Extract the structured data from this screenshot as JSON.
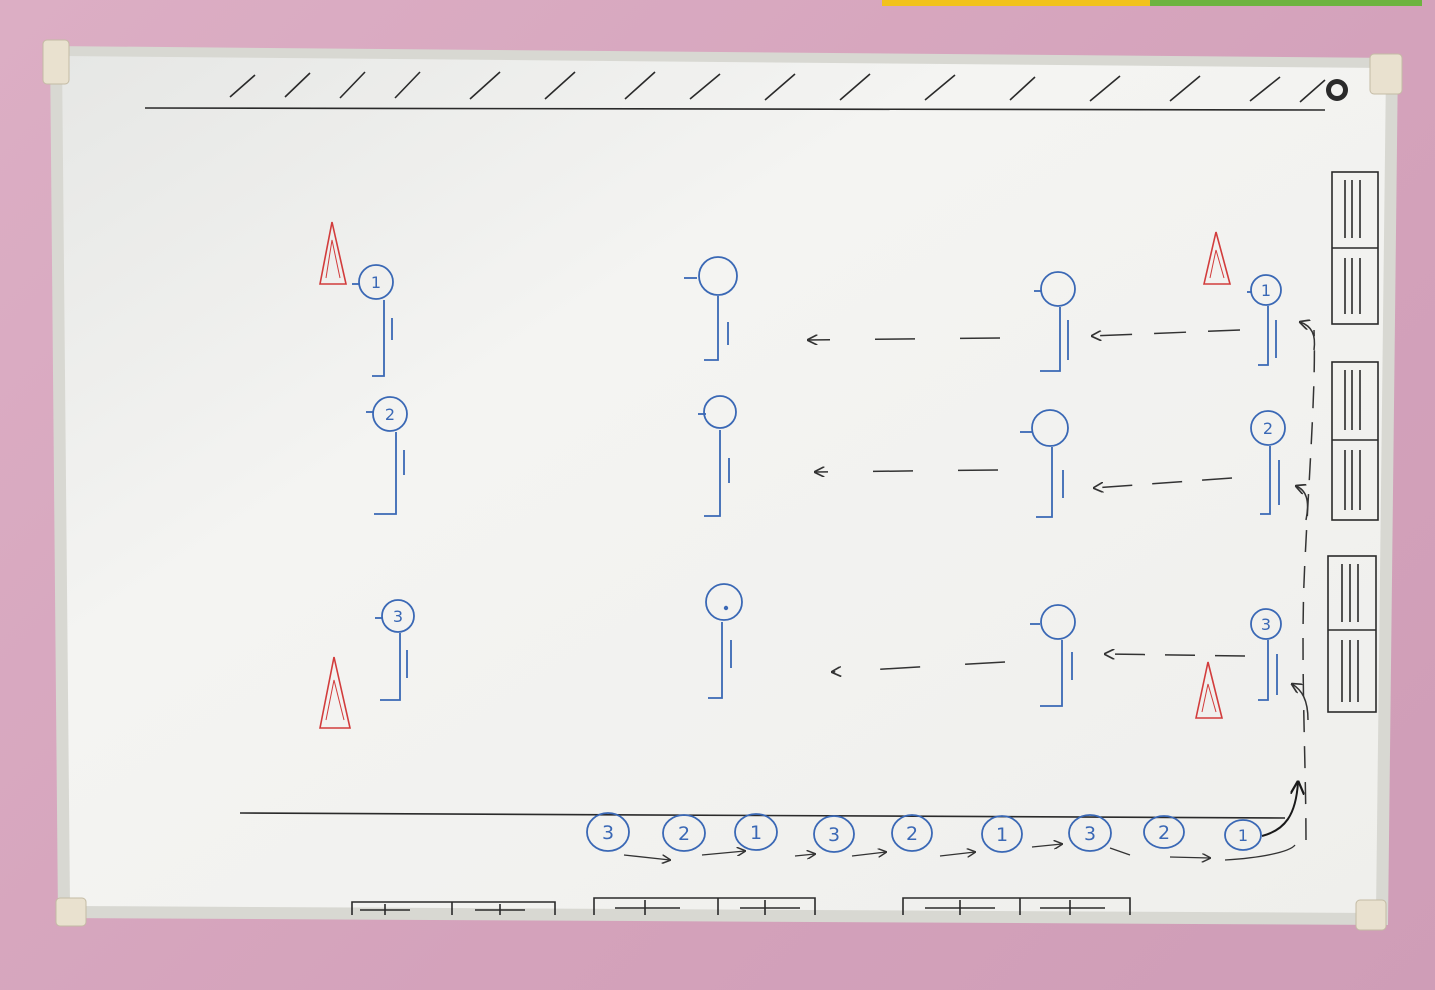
{
  "colors": {
    "wall": "#d9a9c0",
    "board": "#f1f1ee",
    "frame": "#d8d8d2",
    "marker_blue": "#3a68b5",
    "marker_black": "#2a2a2a",
    "marker_red": "#d23c3c",
    "strip_yellow": "#f2c21b",
    "strip_green": "#6db33f"
  },
  "board": {
    "start_row_labels": [
      "1",
      "2",
      "3"
    ],
    "queue_labels": [
      "3",
      "2",
      "1",
      "3",
      "2",
      "1",
      "3",
      "2",
      "1"
    ],
    "right_column_labels": [
      "1",
      "2",
      "3"
    ]
  },
  "icons": [
    "cone-icon",
    "player-icon",
    "arrow-icon",
    "goal-icon",
    "magnet-icon"
  ]
}
